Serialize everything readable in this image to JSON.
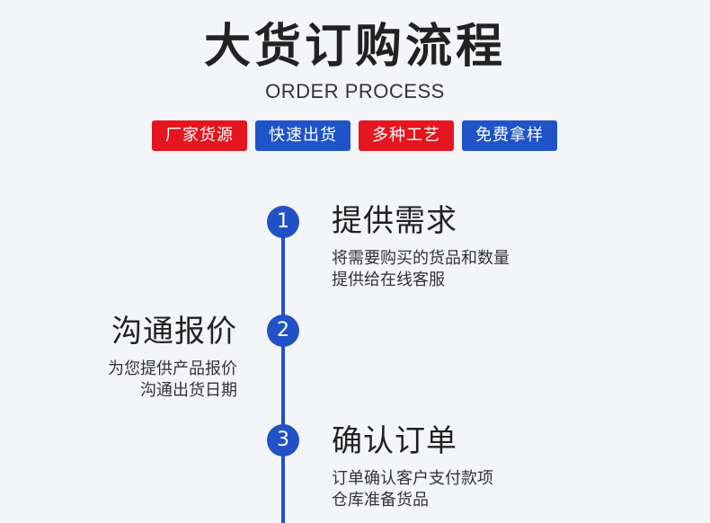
{
  "header": {
    "title": "大货订购流程",
    "subtitle": "ORDER PROCESS"
  },
  "tags": [
    {
      "label": "厂家货源",
      "color": "#e5161f"
    },
    {
      "label": "快速出货",
      "color": "#1f54c9"
    },
    {
      "label": "多种工艺",
      "color": "#e5161f"
    },
    {
      "label": "免费拿样",
      "color": "#1f54c9"
    }
  ],
  "steps": [
    {
      "number": "1",
      "title": "提供需求",
      "desc": [
        "将需要购买的货品和数量",
        "提供给在线客服"
      ],
      "side": "right"
    },
    {
      "number": "2",
      "title": "沟通报价",
      "desc": [
        "为您提供产品报价",
        "沟通出货日期"
      ],
      "side": "left"
    },
    {
      "number": "3",
      "title": "确认订单",
      "desc": [
        "订单确认客户支付款项",
        "仓库准备货品"
      ],
      "side": "right"
    }
  ],
  "colors": {
    "accent_blue": "#2251c6",
    "accent_red": "#e5161f",
    "background": "#f4f5f8"
  }
}
